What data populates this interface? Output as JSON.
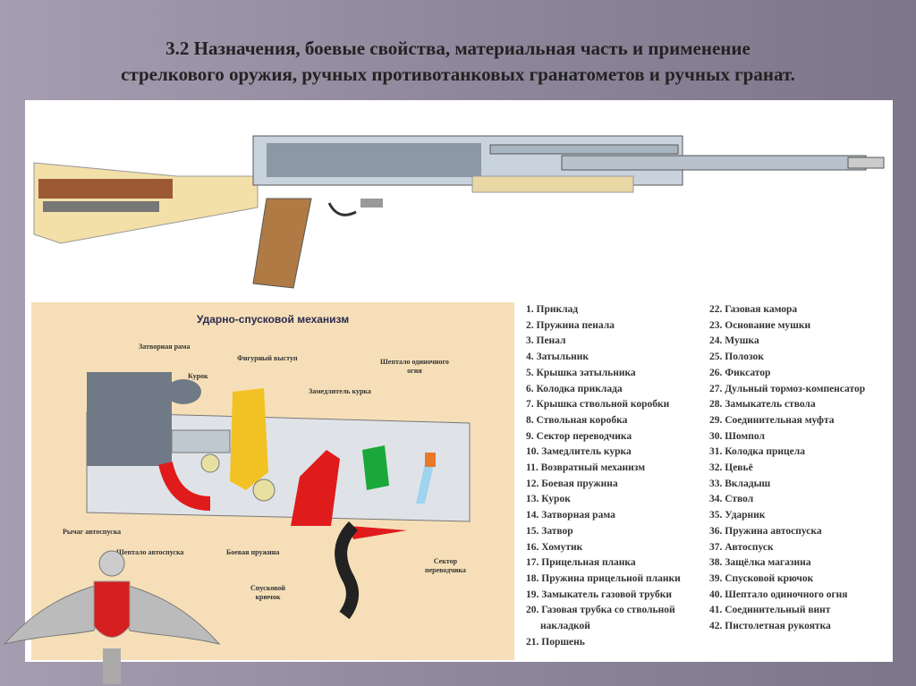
{
  "slide": {
    "title_line1": "3.2 Назначения, боевые свойства, материальная часть и применение",
    "title_line2": "стрелкового оружия, ручных противотанковых гранатометов и ручных гранат."
  },
  "mechanism": {
    "title": "Ударно-спусковой механизм",
    "labels": {
      "bolt_carrier": "Затворная рама",
      "hammer": "Курок",
      "figured_projection": "Фигурный выступ",
      "single_fire_sear_1": "Шептало одиночного",
      "single_fire_sear_2": "огня",
      "hammer_retarder": "Замедлитель курка",
      "auto_lever": "Рычаг автоспуска",
      "auto_sear": "Шептало автоспуска",
      "mainspring": "Боевая пружина",
      "selector_1": "Сектор",
      "selector_2": "переводчика",
      "trigger_1": "Спусковой",
      "trigger_2": "крючок"
    }
  },
  "legend_col1": [
    "1. Приклад",
    "2. Пружина пенала",
    "3. Пенал",
    "4. Затыльник",
    "5. Крышка затыльника",
    "6. Колодка приклада",
    "7. Крышка ствольной коробки",
    "8. Ствольная коробка",
    "9. Сектор переводчика",
    "10. Замедлитель курка",
    "11. Возвратный механизм",
    "12. Боевая пружина",
    "13. Курок",
    "14. Затворная рама",
    "15. Затвор",
    "16. Хомутик",
    "17. Прицельная планка",
    "18. Пружина прицельной планки",
    "19. Замыкатель газовой трубки",
    "20. Газовая трубка со ствольной",
    "накладкой",
    "21. Поршень"
  ],
  "legend_col2": [
    "22. Газовая камора",
    "23. Основание мушки",
    "24. Мушка",
    "25. Полозок",
    "26. Фиксатор",
    "27. Дульный тормоз-компенсатор",
    "28. Замыкатель ствола",
    "29. Соединительная муфта",
    "30. Шомпол",
    "31. Колодка прицела",
    "32. Цевьё",
    "33. Вкладыш",
    "34. Ствол",
    "35. Ударник",
    "36. Пружина автоспуска",
    "37. Автоспуск",
    "38. Защёлка магазина",
    "39. Спусковой крючок",
    "40. Шептало одиночного огня",
    "41. Соединительный винт",
    "42. Пистолетная рукоятка"
  ]
}
